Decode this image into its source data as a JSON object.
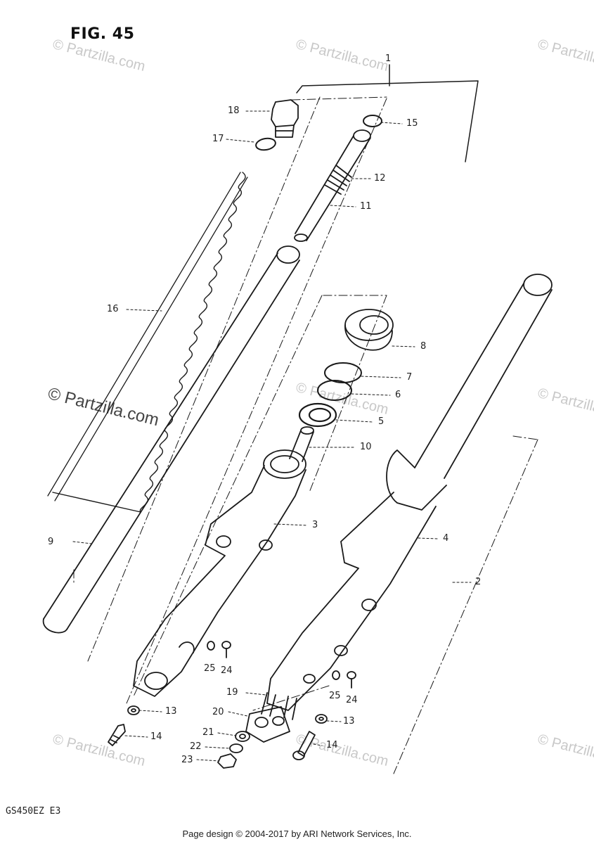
{
  "figure": {
    "title": "FIG. 45",
    "model_code": "GS450EZ E3",
    "footer": "Page design © 2004-2017 by ARI Network Services, Inc.",
    "watermark": "© Partzilla.com"
  },
  "callouts": [
    "1",
    "2",
    "3",
    "4",
    "5",
    "6",
    "7",
    "8",
    "9",
    "10",
    "11",
    "12",
    "13",
    "13",
    "14",
    "14",
    "15",
    "16",
    "17",
    "18",
    "19",
    "20",
    "21",
    "22",
    "23",
    "24",
    "24",
    "25",
    "25"
  ]
}
